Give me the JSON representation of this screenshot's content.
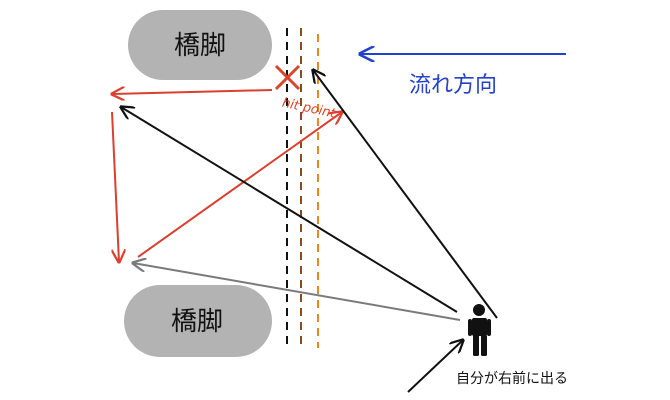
{
  "piers": {
    "top_label": "橋脚",
    "bottom_label": "橋脚"
  },
  "flow": {
    "label": "流れ方向"
  },
  "hit_point": {
    "label": "hit point"
  },
  "person": {
    "label": "自分が右前に出る"
  },
  "colors": {
    "pier_fill": "#b3b3b3",
    "flow": "#2442c9",
    "hit": "#d8452a",
    "red_line": "#db3f30",
    "black_line": "#111111",
    "gray_line": "#7a7a7a",
    "dash_black": "#111111",
    "dash_brown": "#8a4a1c",
    "dash_orange": "#e8891e"
  }
}
